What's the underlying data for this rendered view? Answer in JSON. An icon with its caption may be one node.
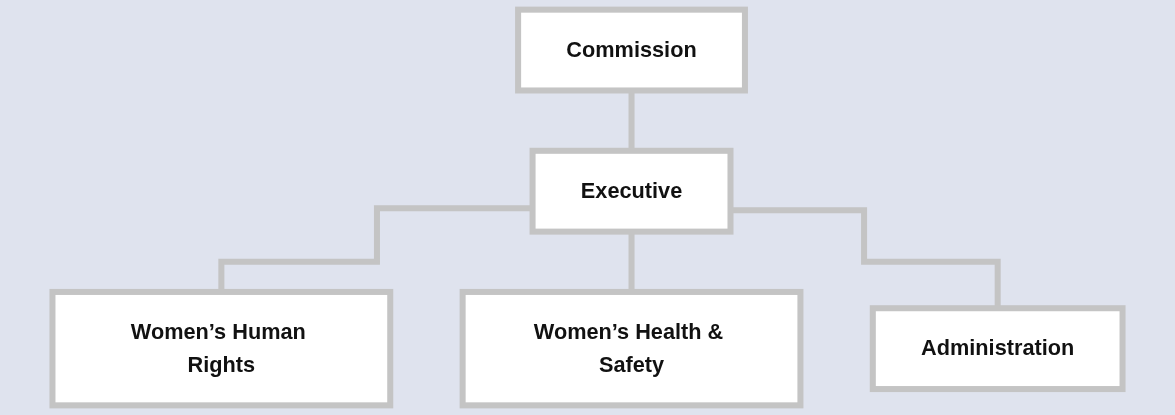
{
  "diagram": {
    "nodes": [
      {
        "text": [
          "Commission"
        ]
      },
      {
        "text": [
          "Executive"
        ]
      },
      {
        "text": [
          "Women’s Human Rights"
        ]
      },
      {
        "text": [
          "Women’s Health & Safety"
        ]
      },
      {
        "text": [
          "Administration"
        ]
      }
    ],
    "edges": [
      {
        "from": 0,
        "to": 1,
        "arrow": "none"
      },
      {
        "from": 1,
        "to": 2,
        "arrow": "none"
      },
      {
        "from": 1,
        "to": 3,
        "arrow": "none"
      },
      {
        "from": 1,
        "to": 4,
        "arrow": "none"
      }
    ]
  }
}
